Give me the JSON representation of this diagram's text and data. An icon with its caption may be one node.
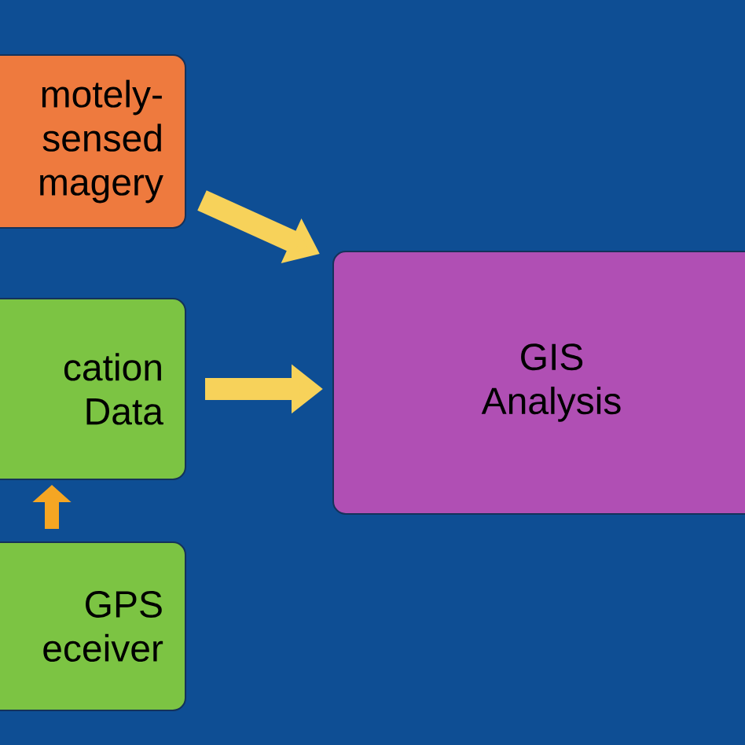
{
  "diagram": {
    "nodes": [
      {
        "text": [
          "motely- sensed magery"
        ]
      },
      {
        "text": [
          "cation Data"
        ]
      },
      {
        "text": [
          "GPS eceiver"
        ]
      },
      {
        "text": [
          "GIS Analysis"
        ]
      }
    ],
    "edges": [
      {
        "from": 0,
        "to": 3,
        "arrow": "to"
      },
      {
        "from": 1,
        "to": 3,
        "arrow": "to"
      },
      {
        "from": 2,
        "to": 1,
        "arrow": "to",
        "color": "#f5a623"
      }
    ]
  }
}
